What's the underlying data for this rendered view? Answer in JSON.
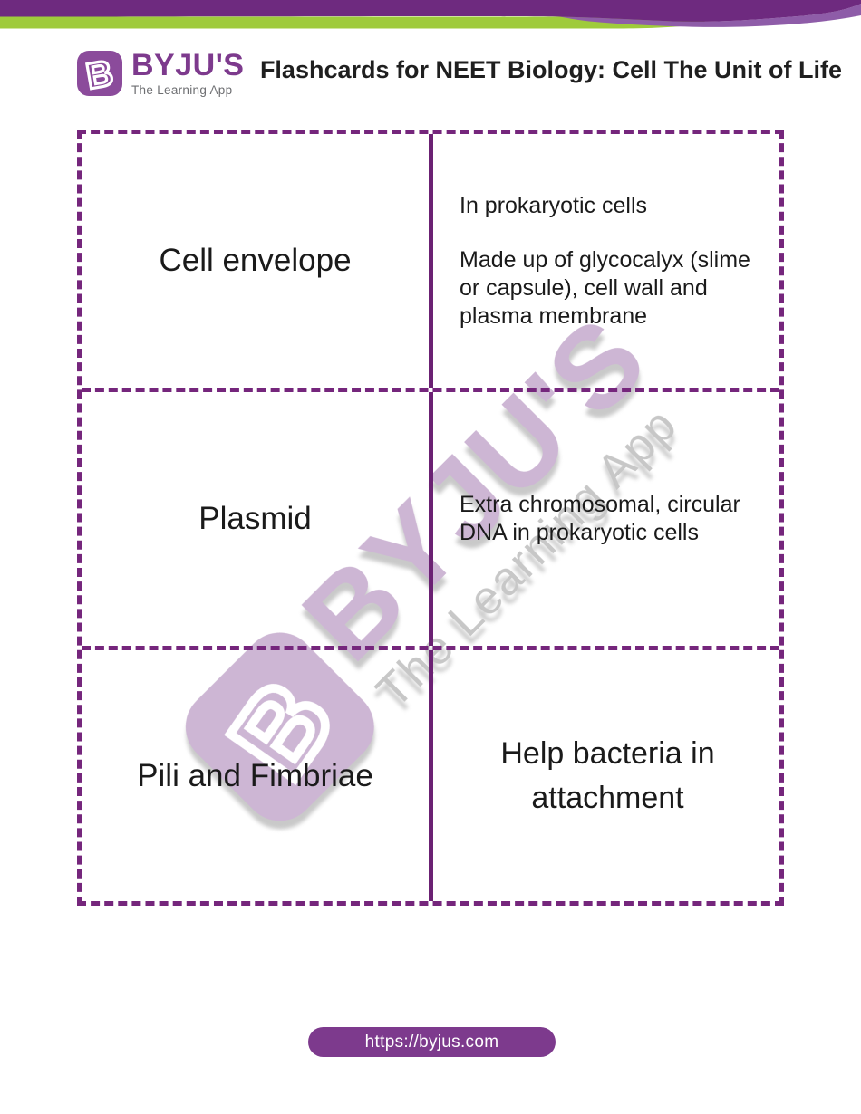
{
  "header": {
    "logo": {
      "brand": "BYJU'S",
      "tagline": "The Learning App",
      "badge_letter": "B"
    },
    "title": "Flashcards for NEET Biology: Cell The Unit of Life"
  },
  "cards": [
    {
      "term": "Cell envelope",
      "definition": [
        "In prokaryotic cells",
        "Made up of glycocalyx (slime or capsule), cell wall and plasma membrane"
      ]
    },
    {
      "term": "Plasmid",
      "definition": [
        "Extra chromosomal, circular DNA in prokaryotic cells"
      ]
    },
    {
      "term": "Pili and Fimbriae",
      "definition": [
        "Help bacteria in attachment"
      ]
    }
  ],
  "watermark": {
    "brand": "BYJU'S",
    "tagline": "The Learning App",
    "badge_letter": "B"
  },
  "footer": {
    "url": "https://byjus.com"
  },
  "colors": {
    "band_dark_purple": "#6e2a7f",
    "band_light_purple": "#8e5ca8",
    "band_green": "#9fcb3b",
    "brand_purple": "#7d3a8d",
    "badge_purple": "#8b4b9b",
    "border_dash_purple": "#75267c",
    "divider_purple": "#6b2173",
    "watermark_lavender": "#cdb6d4",
    "tagline_gray": "#6d6e71",
    "footer_pill_purple": "#7d3a8d"
  }
}
